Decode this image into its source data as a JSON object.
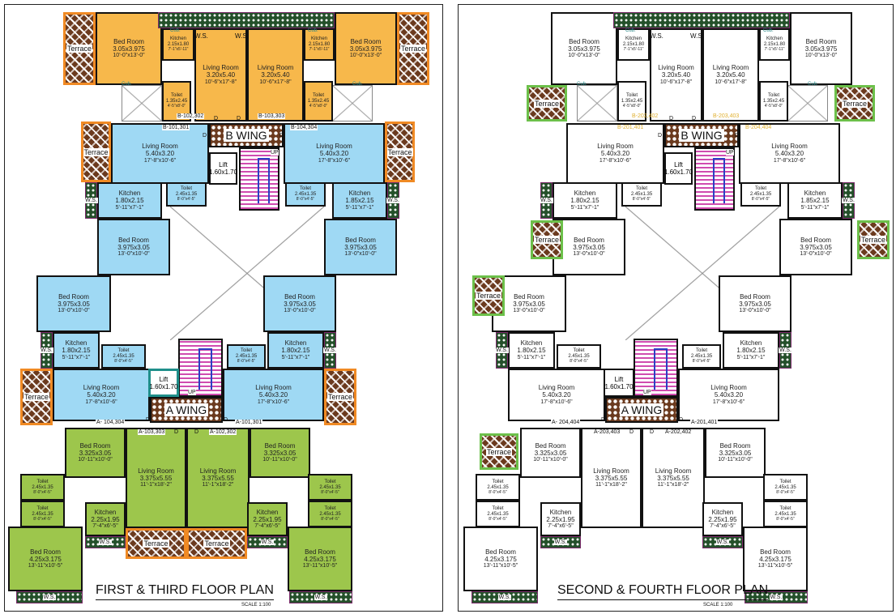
{
  "plans": [
    {
      "title": "FIRST & THIRD FLOOR PLAN",
      "scale": "SCALE 1:100",
      "wing_b": "B WING",
      "wing_a": "A WING",
      "up": "UP",
      "lift": {
        "name": "Lift",
        "m": "1.60x1.70"
      },
      "rooms": [
        {
          "name": "Bed Room",
          "m": "3.05x3.975",
          "ft": "10'-0\"x13'-0\""
        },
        {
          "name": "Kitchen",
          "m": "2.15x1.80",
          "ft": "7'-1\"x5'-11\""
        },
        {
          "name": "Living Room",
          "m": "3.20x5.40",
          "ft": "10'-6\"x17'-8\""
        },
        {
          "name": "Toilet",
          "m": "1.35x2.45",
          "ft": "4'-5\"x8'-0\""
        },
        {
          "name": "Living Room",
          "m": "3.20x5.40",
          "ft": "10'-6\"x17'-8\""
        },
        {
          "name": "Kitchen",
          "m": "2.15x1.80",
          "ft": "7'-1\"x5'-11\""
        },
        {
          "name": "Bed Room",
          "m": "3.05x3.975",
          "ft": "10'-0\"x13'-0\""
        },
        {
          "name": "Toilet",
          "m": "1.35x2.45",
          "ft": "4'-5\"x8'-0\""
        },
        {
          "name": "Living Room",
          "m": "5.40x3.20",
          "ft": "17'-8\"x10'-6\""
        },
        {
          "name": "Living Room",
          "m": "5.40x3.20",
          "ft": "17'-8\"x10'-6\""
        },
        {
          "name": "Kitchen",
          "m": "1.80x2.15",
          "ft": "5'-11\"x7'-1\""
        },
        {
          "name": "Toilet",
          "m": "2.45x1.35",
          "ft": "8'-0\"x4'-5\""
        },
        {
          "name": "Toilet",
          "m": "2.45x1.35",
          "ft": "8'-0\"x4'-5\""
        },
        {
          "name": "Kitchen",
          "m": "1.85x2.15",
          "ft": "5'-11\"x7'-1\""
        },
        {
          "name": "Bed Room",
          "m": "3.975x3.05",
          "ft": "13'-0\"x10'-0\""
        },
        {
          "name": "Bed Room",
          "m": "3.975x3.05",
          "ft": "13'-0\"x10'-0\""
        },
        {
          "name": "Bed Room",
          "m": "3.975x3.05",
          "ft": "13'-0\"x10'-0\""
        },
        {
          "name": "Bed Room",
          "m": "3.975x3.05",
          "ft": "13'-0\"x10'-0\""
        },
        {
          "name": "Kitchen",
          "m": "1.80x2.15",
          "ft": "5'-11\"x7'-1\""
        },
        {
          "name": "Toilet",
          "m": "2.45x1.35",
          "ft": "8'-0\"x4'-5\""
        },
        {
          "name": "Toilet",
          "m": "2.45x1.35",
          "ft": "8'-0\"x4'-5\""
        },
        {
          "name": "Kitchen",
          "m": "1.80x2.15",
          "ft": "5'-11\"x7'-1\""
        },
        {
          "name": "Living Room",
          "m": "5.40x3.20",
          "ft": "17'-8\"x10'-6\""
        },
        {
          "name": "Living Room",
          "m": "5.40x3.20",
          "ft": "17'-8\"x10'-6\""
        },
        {
          "name": "Bed Room",
          "m": "3.325x3.05",
          "ft": "10'-11\"x10'-0\""
        },
        {
          "name": "Living Room",
          "m": "3.375x5.55",
          "ft": "11'-1\"x18'-2\""
        },
        {
          "name": "Living Room",
          "m": "3.375x5.55",
          "ft": "11'-1\"x18'-2\""
        },
        {
          "name": "Bed Room",
          "m": "3.325x3.05",
          "ft": "10'-11\"x10'-0\""
        },
        {
          "name": "Toilet",
          "m": "2.45x1.35",
          "ft": "8'-0\"x4'-5\""
        },
        {
          "name": "Toilet",
          "m": "2.45x1.35",
          "ft": "8'-0\"x4'-5\""
        },
        {
          "name": "Kitchen",
          "m": "2.25x1.95",
          "ft": "7'-4\"x6'-5\""
        },
        {
          "name": "Kitchen",
          "m": "2.25x1.95",
          "ft": "7'-4\"x6'-5\""
        },
        {
          "name": "Toilet",
          "m": "2.45x1.35",
          "ft": "8'-0\"x4'-5\""
        },
        {
          "name": "Toilet",
          "m": "2.45x1.35",
          "ft": "8'-0\"x4'-5\""
        },
        {
          "name": "Bed Room",
          "m": "4.25x3.175",
          "ft": "13'-11\"x10'-5\""
        },
        {
          "name": "Bed Room",
          "m": "4.25x3.175",
          "ft": "13'-11\"x10'-5\""
        }
      ],
      "terraces": [
        "Terrace",
        "Terrace",
        "Terrace",
        "Terrace",
        "Terrace",
        "Terrace",
        "Terrace",
        "Terrace"
      ],
      "ws": [
        "W.S.",
        "W.S.",
        "W.S.",
        "W.S.",
        "W.S.",
        "W.S.",
        "W.S.",
        "W.S.",
        "W.S.",
        "W.S."
      ],
      "units": [
        "B-102,302",
        "B-103,303",
        "B-101,301",
        "B-104,304",
        "A- 104,304",
        "A-101,301",
        "A-103,303",
        "A-102,302"
      ],
      "cub": [
        "Cub.",
        "Cub.",
        "Cub.",
        "Cub."
      ],
      "doors": [
        "D",
        "D",
        "D",
        "D",
        "D",
        "D",
        "D",
        "D"
      ]
    },
    {
      "title": "SECOND & FOURTH FLOOR PLAN",
      "scale": "SCALE 1:100",
      "wing_b": "B WING",
      "wing_a": "A WING",
      "up": "UP",
      "lift": {
        "name": "Lift",
        "m": "1.60x1.70"
      },
      "rooms": [
        {
          "name": "Bed Room",
          "m": "3.05x3.975",
          "ft": "10'-0\"x13'-0\""
        },
        {
          "name": "Kitchen",
          "m": "2.15x1.80",
          "ft": "7'-1\"x5'-11\""
        },
        {
          "name": "Living Room",
          "m": "3.20x5.40",
          "ft": "10'-6\"x17'-8\""
        },
        {
          "name": "Toilet",
          "m": "1.35x2.45",
          "ft": "4'-5\"x8'-0\""
        },
        {
          "name": "Living Room",
          "m": "3.20x5.40",
          "ft": "10'-6\"x17'-8\""
        },
        {
          "name": "Kitchen",
          "m": "2.15x1.80",
          "ft": "7'-1\"x5'-11\""
        },
        {
          "name": "Bed Room",
          "m": "3.05x3.975",
          "ft": "10'-0\"x13'-0\""
        },
        {
          "name": "Toilet",
          "m": "1.35x2.45",
          "ft": "4'-5\"x8'-0\""
        },
        {
          "name": "Living Room",
          "m": "5.40x3.20",
          "ft": "17'-8\"x10'-6\""
        },
        {
          "name": "Living Room",
          "m": "5.40x3.20",
          "ft": "17'-8\"x10'-6\""
        },
        {
          "name": "Kitchen",
          "m": "1.80x2.15",
          "ft": "5'-11\"x7'-1\""
        },
        {
          "name": "Toilet",
          "m": "2.45x1.35",
          "ft": "8'-0\"x4'-5\""
        },
        {
          "name": "Toilet",
          "m": "2.45x1.35",
          "ft": "8'-0\"x4'-5\""
        },
        {
          "name": "Kitchen",
          "m": "1.85x2.15",
          "ft": "5'-11\"x7'-1\""
        },
        {
          "name": "Bed Room",
          "m": "3.975x3.05",
          "ft": "13'-0\"x10'-0\""
        },
        {
          "name": "Bed Room",
          "m": "3.975x3.05",
          "ft": "13'-0\"x10'-0\""
        },
        {
          "name": "Bed Room",
          "m": "3.975x3.05",
          "ft": "13'-0\"x10'-0\""
        },
        {
          "name": "Bed Room",
          "m": "3.975x3.05",
          "ft": "13'-0\"x10'-0\""
        },
        {
          "name": "Kitchen",
          "m": "1.80x2.15",
          "ft": "5'-11\"x7'-1\""
        },
        {
          "name": "Toilet",
          "m": "2.45x1.35",
          "ft": "8'-0\"x4'-5\""
        },
        {
          "name": "Toilet",
          "m": "2.45x1.35",
          "ft": "8'-0\"x4'-5\""
        },
        {
          "name": "Kitchen",
          "m": "1.80x2.15",
          "ft": "5'-11\"x7'-1\""
        },
        {
          "name": "Living Room",
          "m": "5.40x3.20",
          "ft": "17'-8\"x10'-6\""
        },
        {
          "name": "Living Room",
          "m": "5.40x3.20",
          "ft": "17'-8\"x10'-6\""
        },
        {
          "name": "Bed Room",
          "m": "3.325x3.05",
          "ft": "10'-11\"x10'-0\""
        },
        {
          "name": "Living Room",
          "m": "3.375x5.55",
          "ft": "11'-1\"x18'-2\""
        },
        {
          "name": "Living Room",
          "m": "3.375x5.55",
          "ft": "11'-1\"x18'-2\""
        },
        {
          "name": "Bed Room",
          "m": "3.325x3.05",
          "ft": "10'-11\"x10'-0\""
        },
        {
          "name": "Toilet",
          "m": "2.45x1.35",
          "ft": "8'-0\"x4'-5\""
        },
        {
          "name": "Toilet",
          "m": "2.45x1.35",
          "ft": "8'-0\"x4'-5\""
        },
        {
          "name": "Kitchen",
          "m": "2.25x1.95",
          "ft": "7'-4\"x6'-5\""
        },
        {
          "name": "Kitchen",
          "m": "2.25x1.95",
          "ft": "7'-4\"x6'-5\""
        },
        {
          "name": "Toilet",
          "m": "2.45x1.35",
          "ft": "8'-0\"x4'-5\""
        },
        {
          "name": "Toilet",
          "m": "2.45x1.35",
          "ft": "8'-0\"x4'-5\""
        },
        {
          "name": "Bed Room",
          "m": "4.25x3.175",
          "ft": "13'-11\"x10'-5\""
        },
        {
          "name": "Bed Room",
          "m": "4.25x3.175",
          "ft": "13'-11\"x10'-5\""
        }
      ],
      "terraces": [
        "Terrace",
        "Terrace",
        "Terrace",
        "Terrace",
        "Terrace",
        "Terrace"
      ],
      "ws": [
        "W.S.",
        "W.S.",
        "W.S.",
        "W.S.",
        "W.S.",
        "W.S.",
        "W.S.",
        "W.S.",
        "W.S.",
        "W.S."
      ],
      "units": [
        "B-202,402",
        "B-203,403",
        "B-201,401",
        "B-204,404",
        "A- 204,404",
        "A-201,401",
        "A-203,403",
        "A-202,402"
      ],
      "cub": [
        "Cub.",
        "Cub.",
        "Cub.",
        "Cub."
      ],
      "doors": [
        "D",
        "D",
        "D",
        "D",
        "D",
        "D",
        "D",
        "D"
      ]
    }
  ],
  "colors": {
    "orange": "#f7b84b",
    "blue": "#9fd9f4",
    "green": "#9dc64c",
    "white": "#ffffff"
  }
}
